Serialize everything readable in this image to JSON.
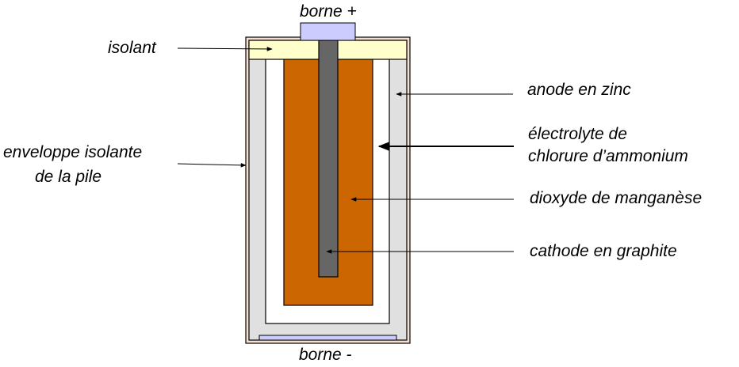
{
  "labels": {
    "borne_plus": "borne +",
    "borne_minus": "borne -",
    "isolant": "isolant",
    "enveloppe_line1": "enveloppe isolante",
    "enveloppe_line2": "de la pile",
    "anode": "anode en zinc",
    "electrolyte_line1": "électrolyte de",
    "electrolyte_line2": "chlorure d’ammonium",
    "dioxyde": "dioxyde de manganèse",
    "cathode": "cathode en graphite"
  },
  "colors": {
    "casing": "#f8e0d0",
    "insulator": "#ffffcc",
    "zinc": "#e0e0e0",
    "electrolyte": "#ffffff",
    "manganese_dioxide": "#cc6600",
    "graphite": "#666666",
    "positive_terminal": "#ccccff",
    "negative_terminal": "#ccccff",
    "outline": "#000000"
  }
}
